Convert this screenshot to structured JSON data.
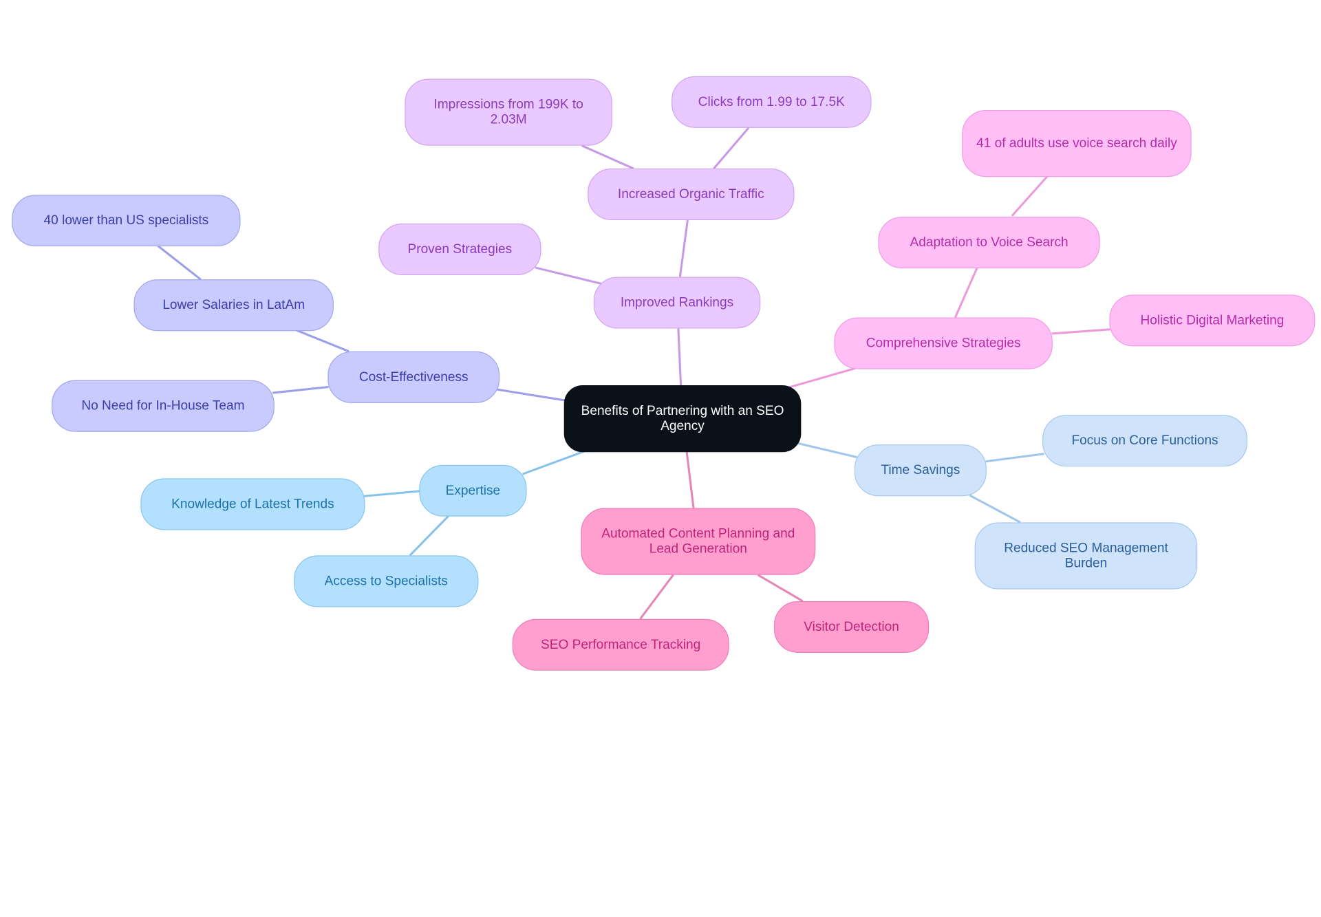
{
  "diagram": {
    "root": "Benefits of Partnering with an SEO Agency",
    "branches": [
      {
        "key": "cost",
        "label": "Cost-Effectiveness",
        "children": [
          {
            "label": "Lower Salaries in LatAm",
            "children": [
              {
                "label": "40 lower than US specialists"
              }
            ]
          },
          {
            "label": "No Need for In-House Team"
          }
        ]
      },
      {
        "key": "rank",
        "label": "Improved Rankings",
        "children": [
          {
            "label": "Increased Organic Traffic",
            "children": [
              {
                "label": "Impressions from 199K to 2.03M"
              },
              {
                "label": "Clicks from 1.99 to 17.5K"
              }
            ]
          },
          {
            "label": "Proven Strategies"
          }
        ]
      },
      {
        "key": "comp",
        "label": "Comprehensive Strategies",
        "children": [
          {
            "label": "Adaptation to Voice Search",
            "children": [
              {
                "label": "41 of adults use voice search daily"
              }
            ]
          },
          {
            "label": "Holistic Digital Marketing"
          }
        ]
      },
      {
        "key": "time",
        "label": "Time Savings",
        "children": [
          {
            "label": "Focus on Core Functions"
          },
          {
            "label": "Reduced SEO Management Burden"
          }
        ]
      },
      {
        "key": "auto",
        "label": "Automated Content Planning and Lead Generation",
        "children": [
          {
            "label": "SEO Performance Tracking"
          },
          {
            "label": "Visitor Detection"
          }
        ]
      },
      {
        "key": "exp",
        "label": "Expertise",
        "children": [
          {
            "label": "Knowledge of Latest Trends"
          },
          {
            "label": "Access to Specialists"
          }
        ]
      }
    ]
  },
  "colors": {
    "root_fill": "#0b1119",
    "link_indigo": "#9c9fe8",
    "link_violet": "#c79ae8",
    "link_pink": "#ec9ad9",
    "link_rose": "#e487b6",
    "link_sky": "#86c2ea",
    "link_pale": "#a2c6ea"
  }
}
